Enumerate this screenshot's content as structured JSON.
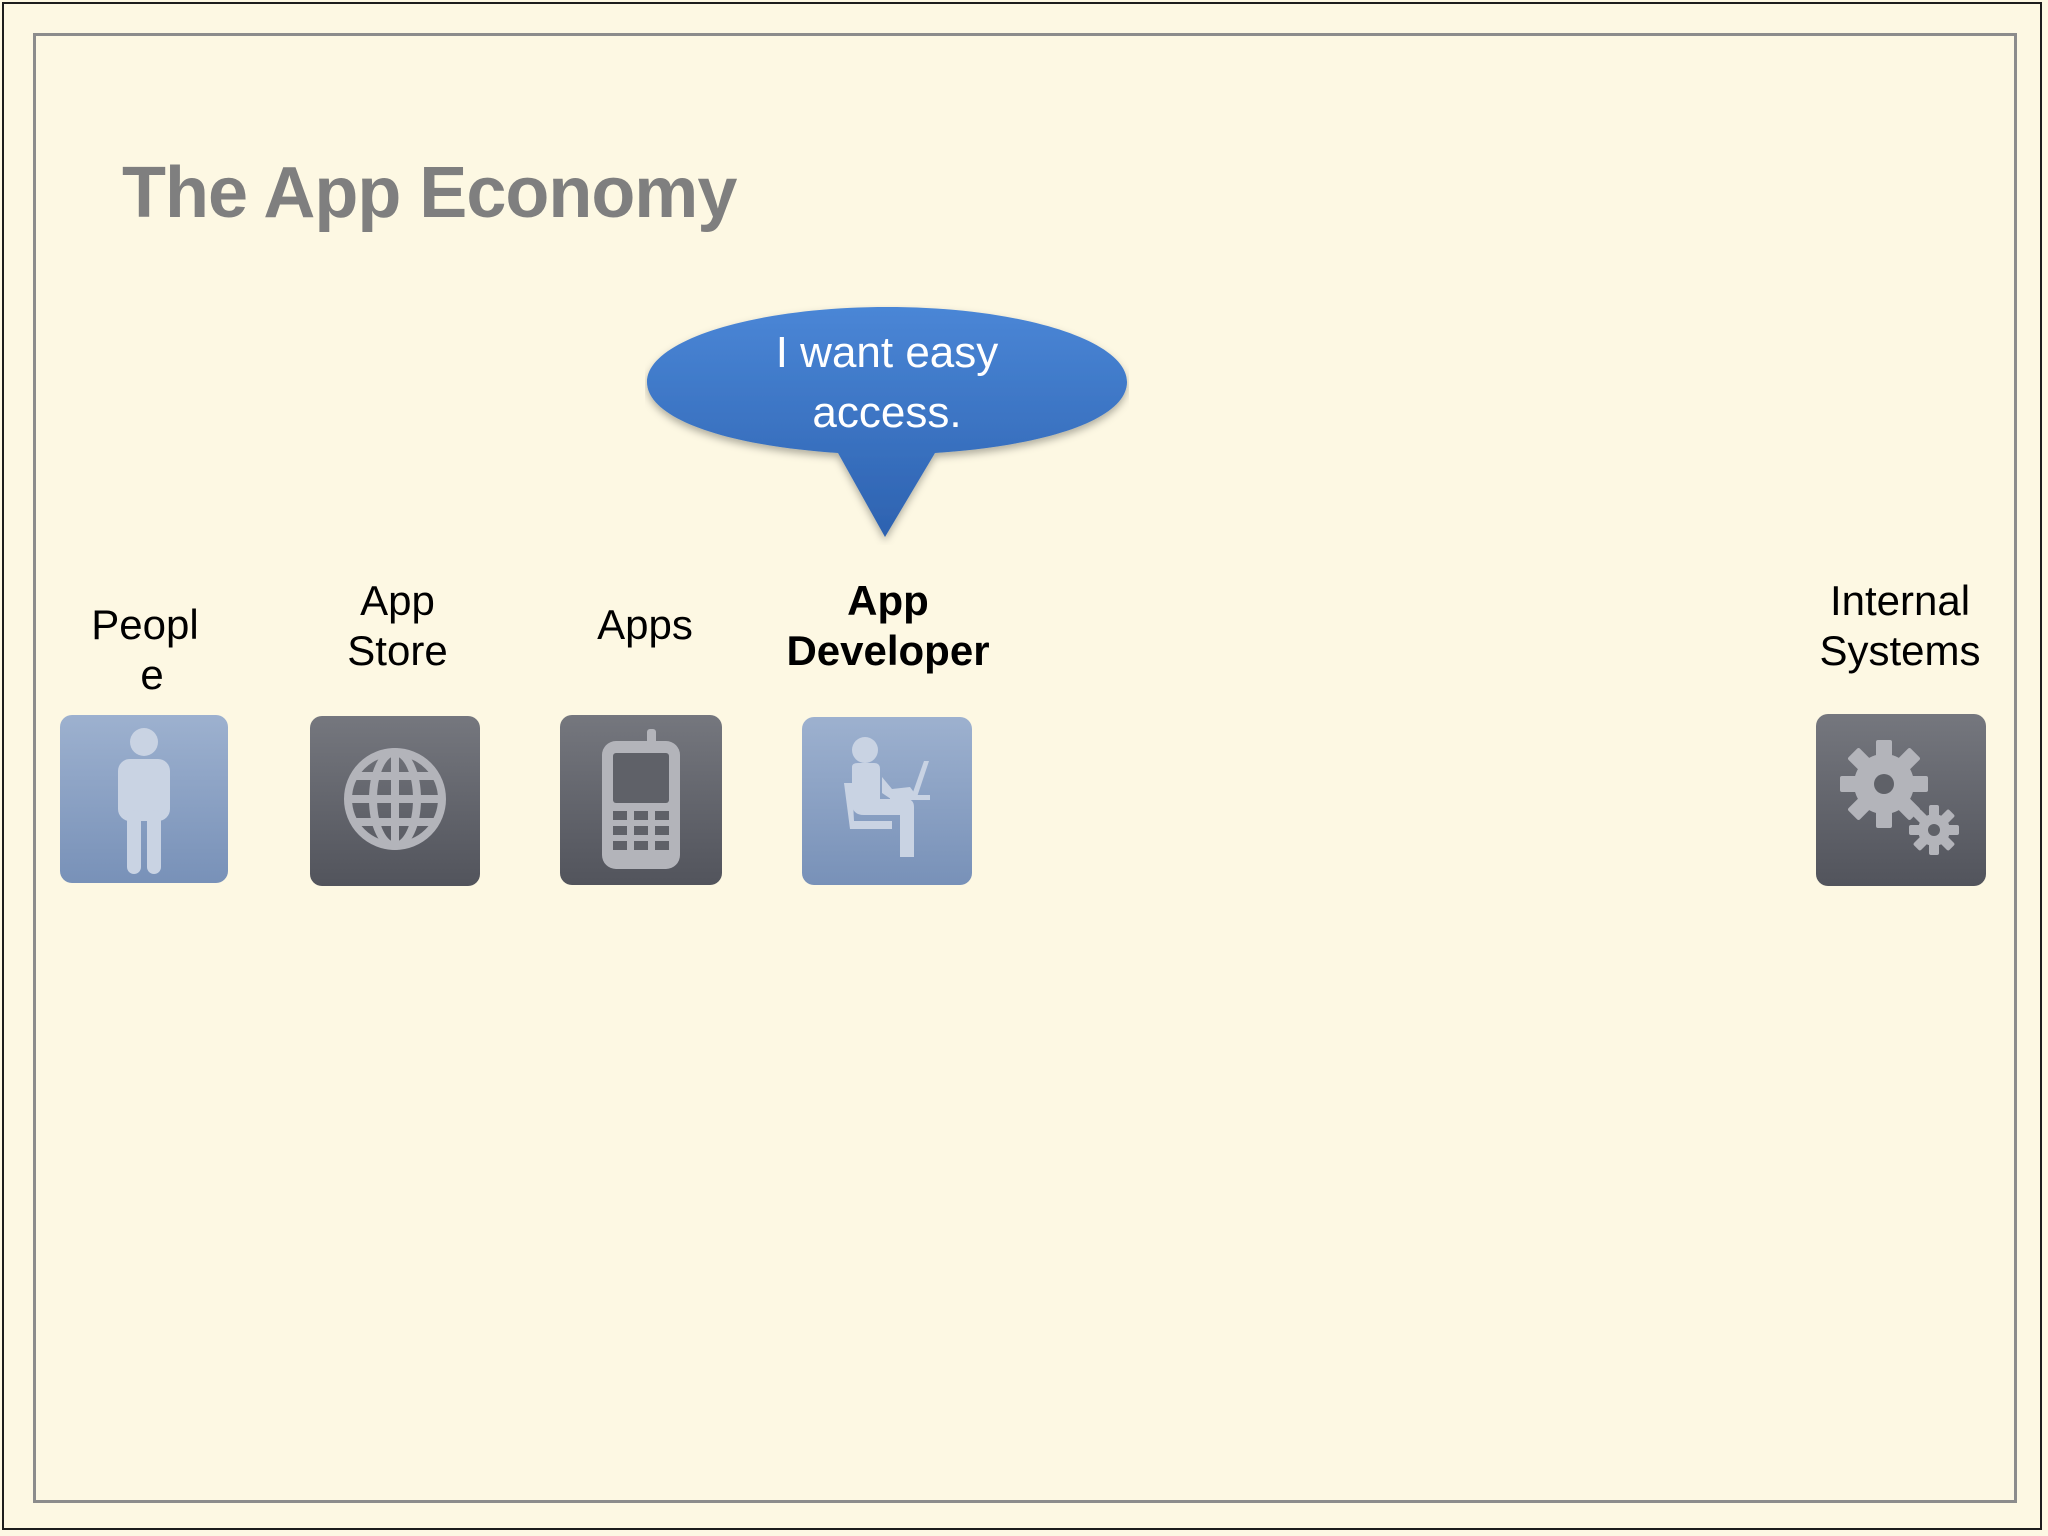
{
  "slide": {
    "title": "The App Economy",
    "callout": {
      "line1": "I want easy",
      "line2": "access.",
      "color": "#3a72c4"
    },
    "items": [
      {
        "label_line1": "Peopl",
        "label_line2": "e",
        "icon": "person-icon"
      },
      {
        "label_line1": "App",
        "label_line2": "Store",
        "icon": "globe-icon"
      },
      {
        "label_line1": "Apps",
        "label_line2": "",
        "icon": "mobile-phone-icon"
      },
      {
        "label_line1": "App",
        "label_line2": "Developer",
        "icon": "developer-at-laptop-icon"
      },
      {
        "label_line1": "Internal",
        "label_line2": "Systems",
        "icon": "gears-icon"
      }
    ]
  }
}
